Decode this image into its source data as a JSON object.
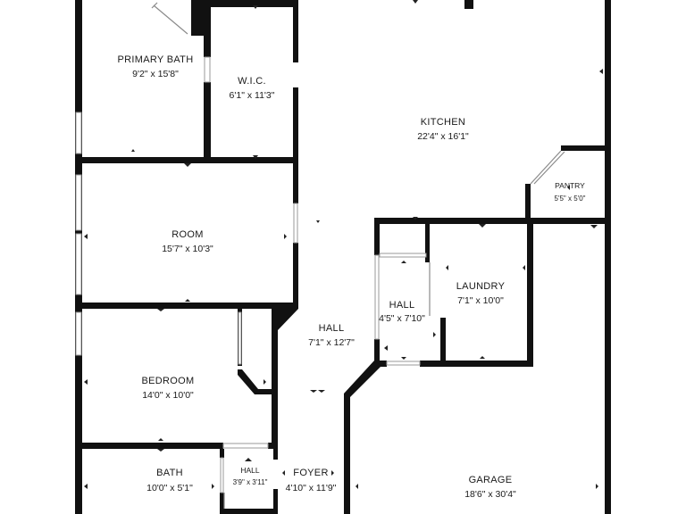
{
  "rooms": {
    "primary_bath": {
      "name": "PRIMARY BATH",
      "dims": "9'2\" x 15'8\""
    },
    "wic": {
      "name": "W.I.C.",
      "dims": "6'1\" x 11'3\""
    },
    "kitchen": {
      "name": "KITCHEN",
      "dims": "22'4\" x 16'1\""
    },
    "pantry": {
      "name": "PANTRY",
      "dims": "5'5\" x 5'0\""
    },
    "room": {
      "name": "ROOM",
      "dims": "15'7\" x 10'3\""
    },
    "hall_small": {
      "name": "HALL",
      "dims": "4'5\" x 7'10\""
    },
    "laundry": {
      "name": "LAUNDRY",
      "dims": "7'1\" x 10'0\""
    },
    "hall_main": {
      "name": "HALL",
      "dims": "7'1\" x 12'7\""
    },
    "bedroom": {
      "name": "BEDROOM",
      "dims": "14'0\" x 10'0\""
    },
    "bath": {
      "name": "BATH",
      "dims": "10'0\" x 5'1\""
    },
    "hall_tiny": {
      "name": "HALL",
      "dims": "3'9\" x 3'11\""
    },
    "foyer": {
      "name": "FOYER",
      "dims": "4'10\" x 11'9\""
    },
    "garage": {
      "name": "GARAGE",
      "dims": "18'6\" x 30'4\""
    }
  }
}
